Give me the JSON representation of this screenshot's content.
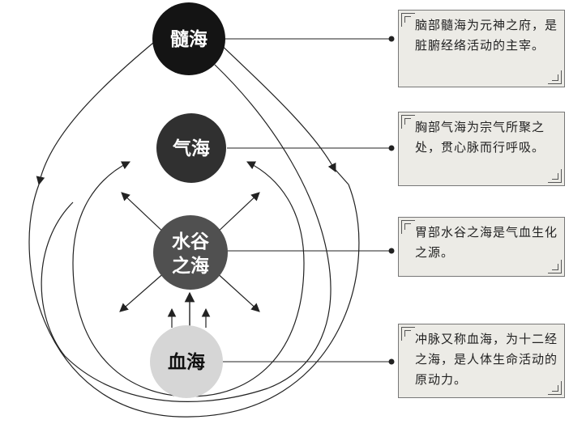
{
  "circles": {
    "suihai": "髓海",
    "qihai": "气海",
    "shuigu_line1": "水谷",
    "shuigu_line2": "之海",
    "xuehai": "血海"
  },
  "notes": {
    "suihai": "脑部髓海为元神之府，是脏腑经络活动的主宰。",
    "qihai": "胸部气海为宗气所聚之处，贯心脉而行呼吸。",
    "shuigu": "胃部水谷之海是气血生化之源。",
    "xuehai": "冲脉又称血海，为十二经之海，是人体生命活动的原动力。"
  },
  "colors": {
    "suihai": "#141414",
    "qihai": "#303030",
    "shuigu": "#505050",
    "xuehai": "#d6d6d6",
    "note_bg": "#ecebe6",
    "line": "#222222"
  }
}
